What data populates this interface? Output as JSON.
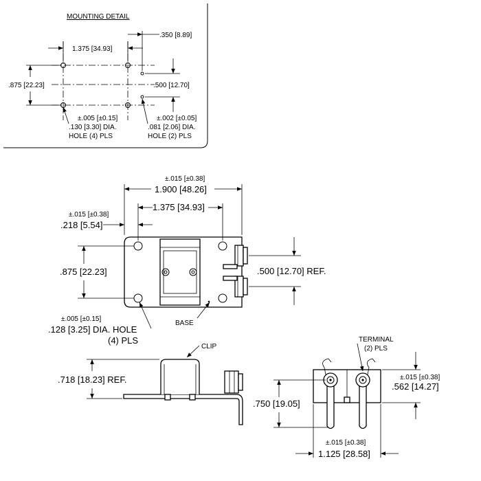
{
  "mounting_detail": {
    "title": "MOUNTING DETAIL",
    "width_dim": "1.375 [34.93]",
    "height_dim": ".875 [22.23]",
    "offset_dim": ".350 [8.89]",
    "small_spacing_dim": ".500 [12.70]",
    "large_hole_tol": "±.005 [±0.15]",
    "large_hole_dia": ".130 [3.30] DIA.",
    "large_hole_count": "HOLE (4) PLS",
    "small_hole_tol": "±.002 [±0.05]",
    "small_hole_dia": ".081 [2.06] DIA.",
    "small_hole_count": "HOLE (2) PLS"
  },
  "top_view": {
    "overall_tol": "±.015 [±0.38]",
    "overall_width": "1.900 [48.26]",
    "hole_spacing": "1.375 [34.93]",
    "edge_tol": "±.015 [±0.38]",
    "edge_offset": ".218 [5.54]",
    "height": ".875 [22.23]",
    "terminal_spacing": ".500 [12.70] REF.",
    "hole_tol": "±.005 [±0.15]",
    "hole_dia": ".128 [3.25] DIA. HOLE",
    "hole_count": "(4) PLS",
    "base_label": "BASE"
  },
  "side_view": {
    "clip_label": "CLIP",
    "height_ref": ".718 [18.23] REF."
  },
  "end_view": {
    "terminal_label": "TERMINAL",
    "terminal_count": "(2) PLS",
    "height_tol": "±.015 [±0.38]",
    "height": ".562 [14.27]",
    "terminal_height": ".750 [19.05]",
    "width_tol": "±.015 [±0.38]",
    "width": "1.125 [28.58]"
  }
}
